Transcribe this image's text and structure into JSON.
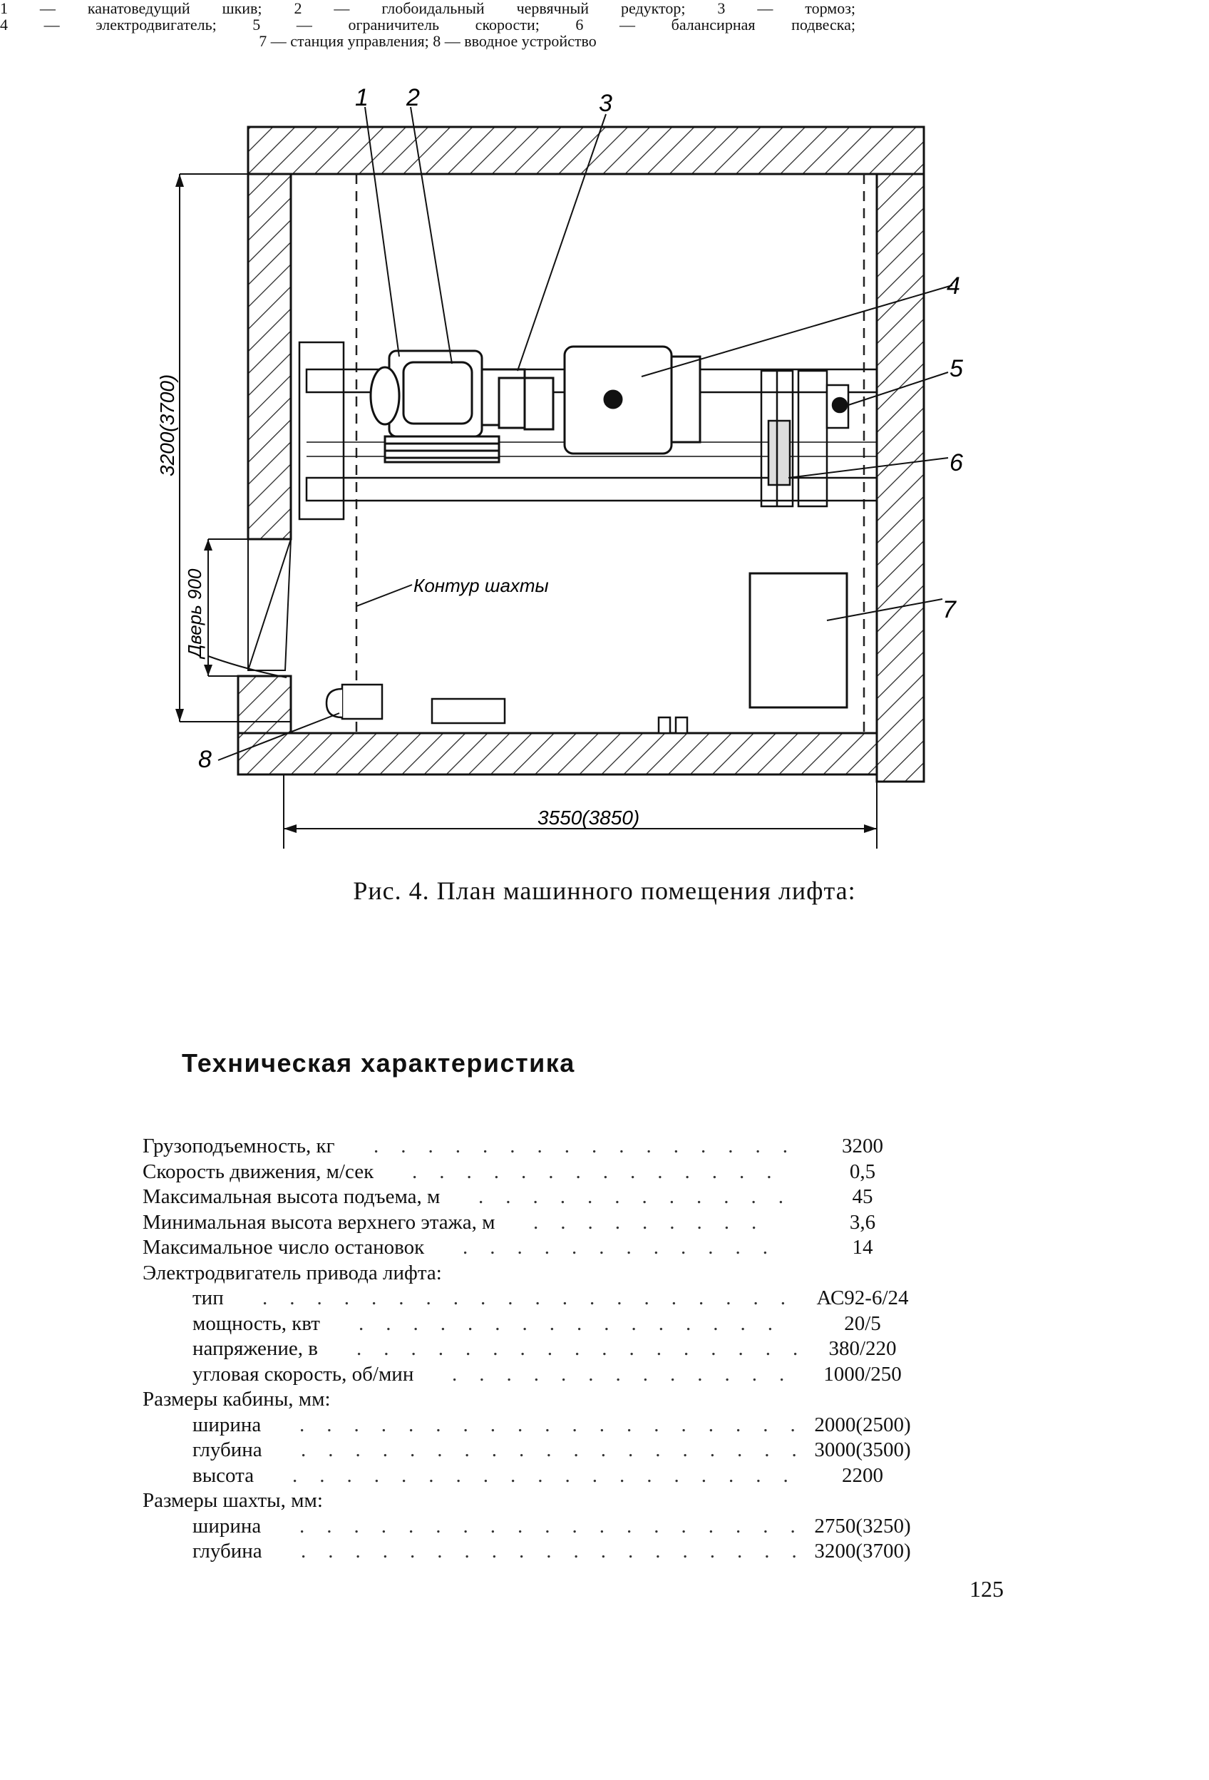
{
  "figure": {
    "callouts": [
      "1",
      "2",
      "3",
      "4",
      "5",
      "6",
      "7",
      "8"
    ],
    "dim_height": "3200(3700)",
    "dim_width": "3550(3850)",
    "door_label": "Дверь 900",
    "shaft_label": "Контур шахты"
  },
  "caption": {
    "title": "Рис. 4. План машинного помещения лифта:",
    "legend_lines": [
      "1 — канатоведущий шкив; 2 — глобоидальный червячный редуктор; 3 — тормоз;",
      "4 — электродвигатель; 5 — ограничитель скорости; 6 — балансирная подвеска;",
      "7 — станция управления; 8 — вводное устройство"
    ]
  },
  "section_title": "Техническая характеристика",
  "specs": [
    {
      "label": "Грузоподъемность, кг",
      "value": "3200"
    },
    {
      "label": "Скорость движения, м/сек",
      "value": "0,5"
    },
    {
      "label": "Максимальная высота подъема, м",
      "value": "45"
    },
    {
      "label": "Минимальная высота верхнего этажа, м",
      "value": "3,6"
    },
    {
      "label": "Максимальное число остановок",
      "value": "14"
    },
    {
      "label": "Электродвигатель привода лифта:",
      "value": ""
    },
    {
      "label": "тип",
      "value": "АС92-6/24"
    },
    {
      "label": "мощность, квт",
      "value": "20/5"
    },
    {
      "label": "напряжение, в",
      "value": "380/220"
    },
    {
      "label": "угловая скорость, об/мин",
      "value": "1000/250"
    },
    {
      "label": "Размеры кабины, мм:",
      "value": ""
    },
    {
      "label": "ширина",
      "value": "2000(2500)"
    },
    {
      "label": "глубина",
      "value": "3000(3500)"
    },
    {
      "label": "высота",
      "value": "2200"
    },
    {
      "label": "Размеры шахты, мм:",
      "value": ""
    },
    {
      "label": "ширина",
      "value": "2750(3250)"
    },
    {
      "label": "глубина",
      "value": "3200(3700)"
    }
  ],
  "page_number": "125"
}
